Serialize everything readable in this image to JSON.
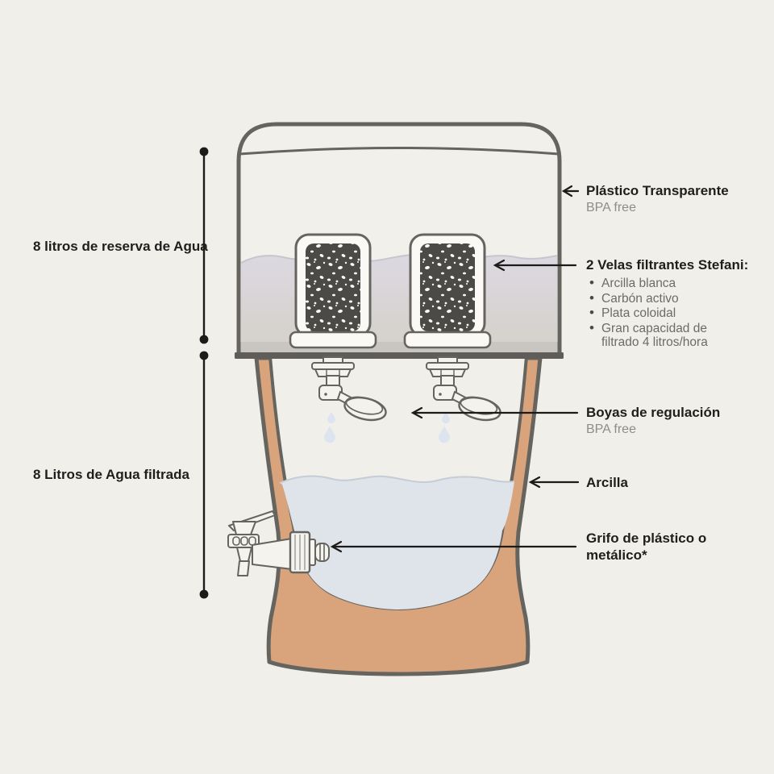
{
  "figure": {
    "left_annotations": {
      "reserve": "8 litros de reserva de Agua",
      "filtered": "8 Litros de Agua filtrada"
    },
    "right_annotations": {
      "plastic": {
        "title": "Plástico Transparente",
        "subtitle": "BPA free"
      },
      "candles": {
        "title": "2 Velas filtrantes Stefani:",
        "bullets": [
          "Arcilla blanca",
          "Carbón activo",
          "Plata coloidal",
          "Gran capacidad de filtrado 4 litros/hora"
        ]
      },
      "floats": {
        "title": "Boyas de regulación",
        "subtitle": "BPA free"
      },
      "clay": {
        "title": "Arcilla"
      },
      "tap": {
        "title": "Grifo de plástico o metálico*"
      }
    }
  },
  "colors": {
    "background": "#f0efe9",
    "outline": "#66645f",
    "clay": "#d9a47c",
    "reserve_water_top": "#dcd8e1",
    "reserve_water_bottom": "#d5d1cb",
    "filtered_water": "#dfe3ea",
    "candle_media": "#4b4a46",
    "droplet": "#dde4f0",
    "text": "#1f1e1c",
    "muted_text": "#8f8d88"
  }
}
